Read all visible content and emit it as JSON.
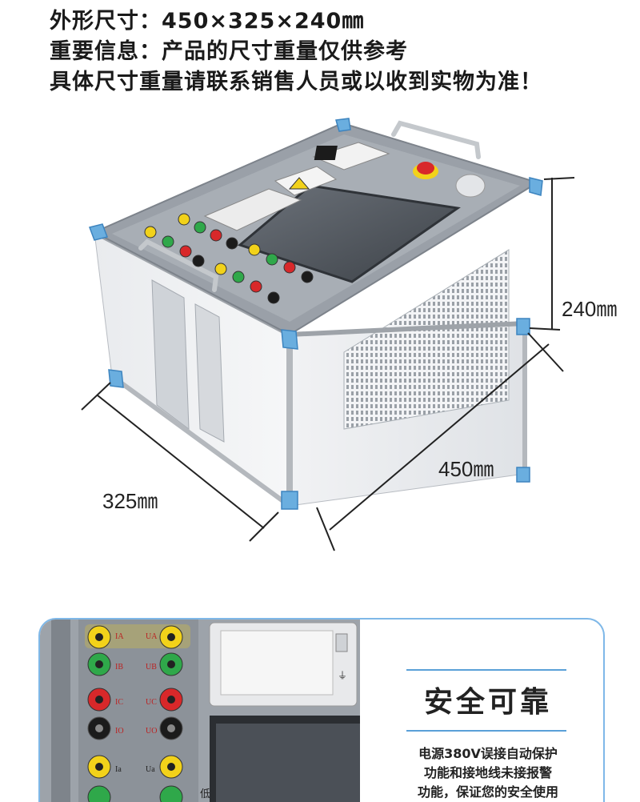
{
  "specs": {
    "dimensions": "外形尺寸：450×325×240㎜",
    "notice": "重要信息：产品的尺寸重量仅供参考",
    "disclaimer": "具体尺寸重量请联系销售人员或以收到实物为准！"
  },
  "dimensions": {
    "height": "240㎜",
    "length": "450㎜",
    "depth": "325㎜"
  },
  "terminals": {
    "row1": [
      "IA",
      "UA"
    ],
    "row2": [
      "IB",
      "UB"
    ],
    "row3": [
      "IC",
      "UC"
    ],
    "row4": [
      "IO",
      "UO"
    ],
    "row5": [
      "Ia",
      "Ua"
    ],
    "side_mark": "低"
  },
  "feature": {
    "title": "安全可靠",
    "desc": [
      "电源380V误接自动保护",
      "功能和接地线未接报警",
      "功能，保证您的安全使用"
    ]
  },
  "colors": {
    "accent_blue": "#5aa0d8",
    "terminal_yellow": "#f2d21a",
    "terminal_green": "#2fa84a",
    "terminal_red": "#d8282a",
    "terminal_black": "#1b1b1b",
    "panel_gray": "#8a8f96"
  }
}
